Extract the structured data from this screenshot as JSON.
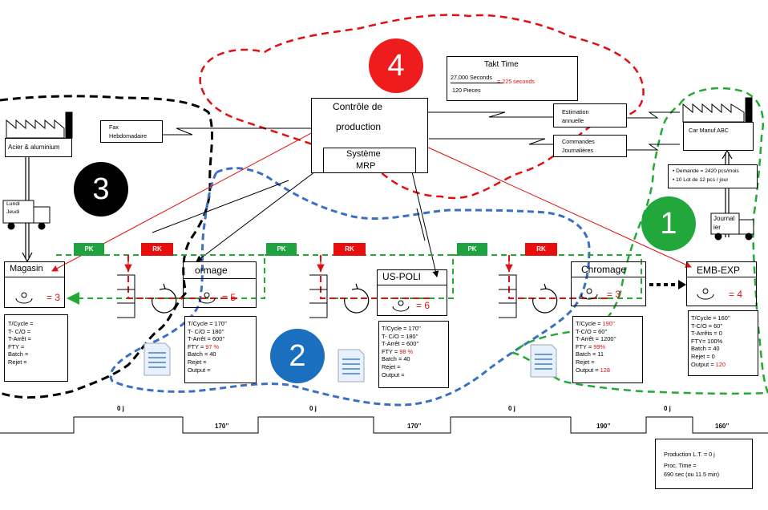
{
  "colors": {
    "red": "#e01010",
    "green": "#22aa33",
    "blue": "#3a6fc4",
    "black": "#000000",
    "badge4": "#ee1c1c",
    "badge2": "#1a6fbf",
    "badge1": "#22a83a",
    "badge3": "#000000"
  },
  "takt": {
    "title": "Takt Time",
    "numerator": "27,000 Seconds",
    "denominator": "120 Pieces",
    "result": "= 225 seconds"
  },
  "control": {
    "title_line1": "Contrôle de",
    "title_line2": "production",
    "mrp_line1": "Système",
    "mrp_line2": "MRP"
  },
  "estimation": {
    "line1": "Estimation",
    "line2": "annuelle"
  },
  "commandes": {
    "line1": "Commandes",
    "line2": "Journalières"
  },
  "fax": {
    "line1": "Fax",
    "line2": "Hebdomadaire"
  },
  "supplier": {
    "label": "Acier & aluminium"
  },
  "customer": {
    "label": "Car Manuf ABC",
    "demand1": "• Demande = 2420 pcs/mois",
    "demand2": "• 10 Lot  de 12 pcs / jour"
  },
  "truck_supplier": {
    "line1": "Lundi",
    "line2": "Jeudi"
  },
  "truck_customer": {
    "line1": "Journal",
    "line2": "ier"
  },
  "badges": {
    "b4": "4",
    "b3": "3",
    "b2": "2",
    "b1": "1"
  },
  "kanbans": {
    "pk": "PK",
    "rk": "RK"
  },
  "processes": [
    {
      "name": "Magasin",
      "inv": "= 3",
      "data": [
        "T/Cycle =",
        "T- C/O =",
        "T-Arrêt  =",
        "FTY =",
        "Batch =",
        "Rejet ="
      ],
      "data_red": []
    },
    {
      "name": "ormage",
      "inv": "= 5",
      "data": [
        "T/Cycle = 170’’",
        "T- C/O = 180’’",
        "T-Arrêt = 600’’",
        "FTY = ",
        "Batch = 40",
        "Rejet =",
        "Output ="
      ],
      "fty_red": "97 %"
    },
    {
      "name": "US-POLI",
      "inv": "= 6",
      "data": [
        "T/Cycle = 170’’",
        "T- C/O = 180’’",
        "T-Arrêt = 600’’",
        "FTY = ",
        "Batch = 40",
        "Rejet =",
        "Output ="
      ],
      "fty_red": "98 %"
    },
    {
      "name": "Chromage",
      "inv": "= 3",
      "data": [
        "T/Cycle = ",
        "T-C/O = 60’’",
        "T-Arrêt = 1200’’",
        "FTY = ",
        "Batch = 11",
        "Rejet =",
        "Output = "
      ],
      "tc_red": "190’’",
      "fty_red": "99%",
      "out_red": "128"
    },
    {
      "name": "EMB-EXP",
      "inv": "= 4",
      "data": [
        "T/Cycle = 160’’",
        "T-C/O = 60’’",
        "T-Arrêts  = 0",
        "FTY= 100%",
        "Batch = 40",
        "Rejet = 0",
        "Output = "
      ],
      "out_red": "120"
    }
  ],
  "timeline": {
    "top_labels": [
      "0 j",
      "0 j",
      "0 j",
      "0 j"
    ],
    "bottom_labels": [
      "170’’",
      "170’’",
      "190’’",
      "160’’"
    ]
  },
  "summary": {
    "line1": "Production L.T. =  0 j",
    "line2": "Proc. Time =",
    "line3": "690 sec (ou 11.5 min)"
  }
}
